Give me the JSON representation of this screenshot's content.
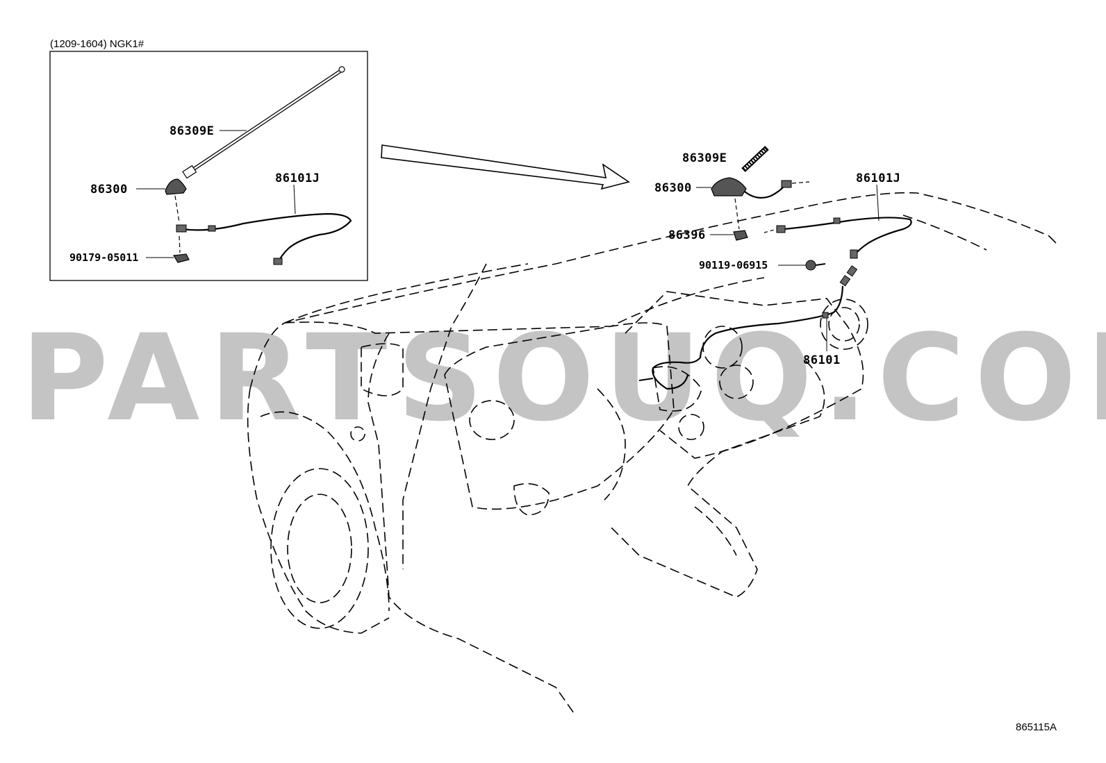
{
  "inset": {
    "condition": "(1209-1604)  NGK1#",
    "labels": {
      "antenna_rod": "86309E",
      "antenna_base": "86300",
      "antenna_cord": "86101J",
      "nut": "90179-05011"
    }
  },
  "main": {
    "labels": {
      "antenna_rod": "86309E",
      "antenna_base": "86300",
      "antenna_cord": "86101J",
      "gasket": "86396",
      "bolt": "90119-06915",
      "cord_sub": "86101"
    }
  },
  "watermark": "PARTSOUQ.COM",
  "figure_code": "865115A"
}
